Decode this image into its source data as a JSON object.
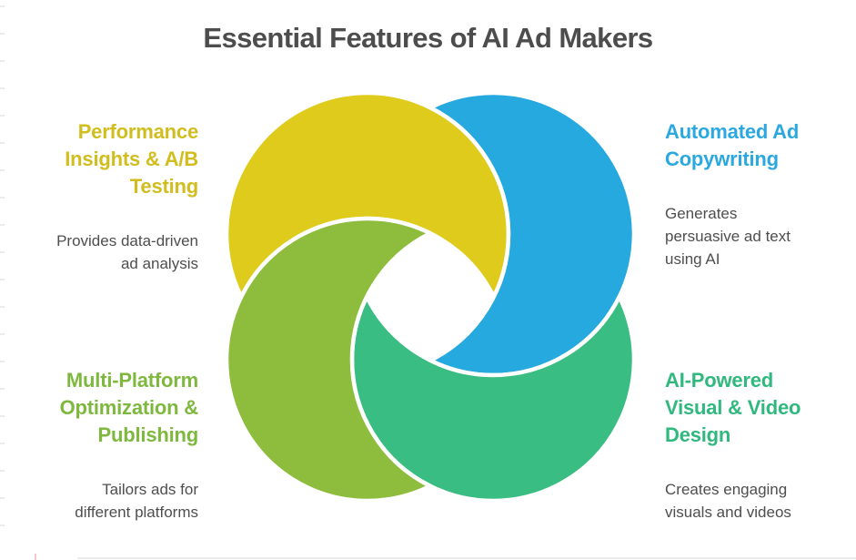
{
  "title": "Essential Features of AI Ad Makers",
  "title_color": "#4d4d4d",
  "features": [
    {
      "id": "performance-insights",
      "heading": "Performance\nInsights & A/B\nTesting",
      "description": "Provides data-driven\nad analysis",
      "heading_color": "#d1bd1d",
      "position": "top-left"
    },
    {
      "id": "automated-copywriting",
      "heading": "Automated Ad\nCopywriting",
      "description": "Generates\npersuasive ad text\nusing AI",
      "heading_color": "#2aa8df",
      "position": "top-right"
    },
    {
      "id": "multi-platform",
      "heading": "Multi-Platform\nOptimization &\nPublishing",
      "description": "Tailors ads for\ndifferent platforms",
      "heading_color": "#7eb83e",
      "position": "bottom-left"
    },
    {
      "id": "visual-video-design",
      "heading": "AI-Powered\nVisual & Video\nDesign",
      "description": "Creates engaging\nvisuals and videos",
      "heading_color": "#30b87e",
      "position": "bottom-right"
    }
  ],
  "graphic": {
    "type": "four-interlocking-crescent-circles",
    "segments": [
      {
        "name": "yellow-crescent",
        "color": "#decb1b",
        "quadrant": "top-left"
      },
      {
        "name": "blue-crescent",
        "color": "#26a9de",
        "quadrant": "top-right"
      },
      {
        "name": "teal-crescent",
        "color": "#3abd82",
        "quadrant": "bottom-right"
      },
      {
        "name": "green-crescent",
        "color": "#8ebc3c",
        "quadrant": "bottom-left"
      }
    ],
    "separator_color": "#ffffff"
  },
  "decor": {
    "left_tick_color": "#ecebeb",
    "bottom_line_color": "#eceaea"
  }
}
